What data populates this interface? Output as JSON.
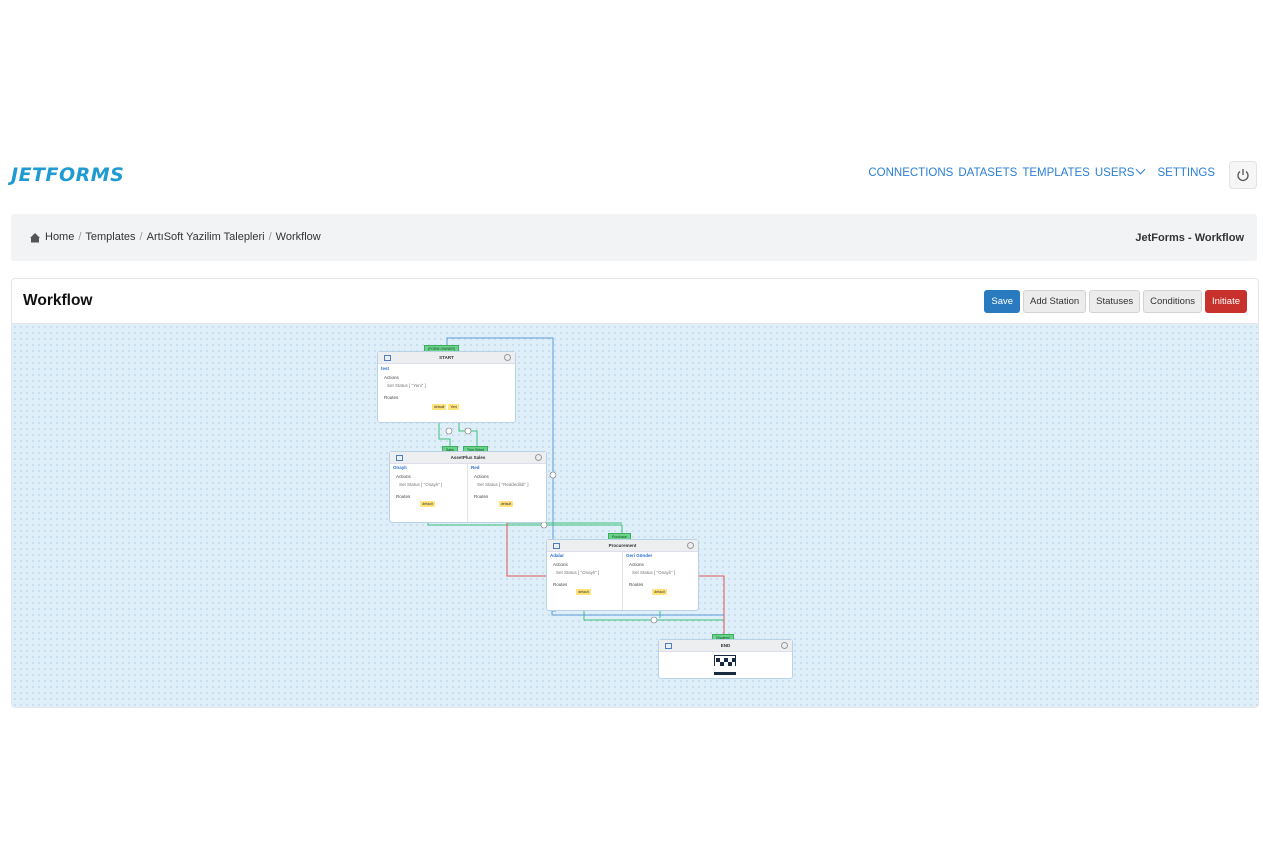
{
  "brand": {
    "logo_text": "JETFORMS"
  },
  "nav": {
    "items": [
      "CONNECTIONS",
      "DATASETS",
      "TEMPLATES",
      "USERS"
    ],
    "settings": "SETTINGS"
  },
  "breadcrumb": {
    "items": [
      "Home",
      "Templates",
      "ArtıSoft Yazilim Talepleri",
      "Workflow"
    ],
    "page_label": "JetForms - Workflow"
  },
  "page": {
    "title": "Workflow"
  },
  "toolbar": {
    "save": "Save",
    "add_station": "Add Station",
    "statuses": "Statuses",
    "conditions": "Conditions",
    "initiate": "Initiate"
  },
  "workflow": {
    "start": {
      "tag": "(FORM OWNER)",
      "title": "START",
      "role": "test",
      "actions_label": "Actions",
      "action": "Set Status [ \"Yeni\" ]",
      "routes_label": "Routes",
      "routes": [
        "default",
        "Yeni"
      ]
    },
    "sales": {
      "tags": [
        "Satış",
        "Tüm Şirket"
      ],
      "title": "AssetPlus Sales",
      "left_role": "Onaylı",
      "right_role": "Red",
      "actions_label": "Actions",
      "left_action": "Set Status [ \"Onaylı\" ]",
      "right_action": "Set Status [ \"Reddedildi\" ]",
      "routes_label": "Routes",
      "left_route": "default",
      "right_route": "default"
    },
    "procurement": {
      "tag": "Purchase",
      "title": "Procurement",
      "left_role": "Adalar",
      "right_role": "Geri Gönder",
      "actions_label": "Actions",
      "left_action": "Set Status [ \"Onaylı\" ]",
      "right_action": "Set Status [ \"Onaylı\" ]",
      "routes_label": "Routes",
      "left_route": "default",
      "right_route": "default"
    },
    "end": {
      "tag": "(System)",
      "title": "END"
    }
  },
  "colors": {
    "accent": "#2a7abf",
    "danger": "#c8312c",
    "route_green": "#3fbf7a",
    "route_red": "#e05555",
    "route_blue": "#5c9bd6"
  }
}
